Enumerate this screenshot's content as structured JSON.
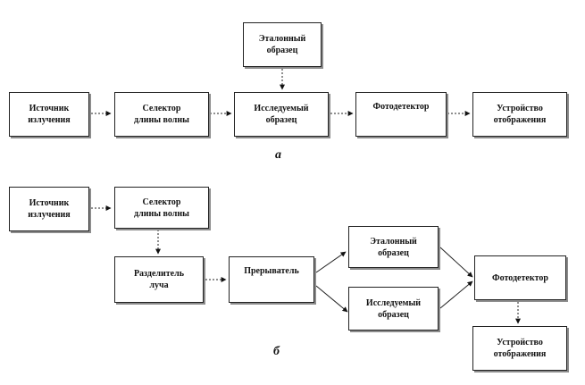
{
  "panel_a": {
    "label": "а",
    "source": {
      "line1": "Источник",
      "line2": "излучения"
    },
    "selector": {
      "line1": "Селектор",
      "line2": "длины волны"
    },
    "reference": {
      "line1": "Эталонный",
      "line2": "образец"
    },
    "sample": {
      "line1": "Исследуемый",
      "line2": "образец"
    },
    "detector": {
      "line1": "Фотодетектор"
    },
    "display": {
      "line1": "Устройство",
      "line2": "отображения"
    }
  },
  "panel_b": {
    "label": "б",
    "source": {
      "line1": "Источник",
      "line2": "излучения"
    },
    "selector": {
      "line1": "Селектор",
      "line2": "длины волны"
    },
    "splitter": {
      "line1": "Разделитель",
      "line2": "луча"
    },
    "chopper": {
      "line1": "Прерыватель"
    },
    "reference": {
      "line1": "Эталонный",
      "line2": "образец"
    },
    "sample": {
      "line1": "Исследуемый",
      "line2": "образец"
    },
    "detector": {
      "line1": "Фотодетектор"
    },
    "display": {
      "line1": "Устройство",
      "line2": "отображения"
    }
  }
}
